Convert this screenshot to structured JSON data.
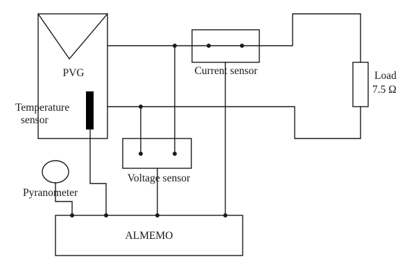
{
  "labels": {
    "pvg": "PVG",
    "temperature_line1": "Temperature",
    "temperature_line2": "sensor",
    "current_sensor": "Current sensor",
    "voltage_sensor": "Voltage sensor",
    "load_line1": "Load",
    "load_line2": "7.5 Ω",
    "pyranometer": "Pyranometer",
    "almemo": "ALMEMO"
  },
  "colors": {
    "stroke": "#1a1a1a",
    "background": "#ffffff"
  }
}
